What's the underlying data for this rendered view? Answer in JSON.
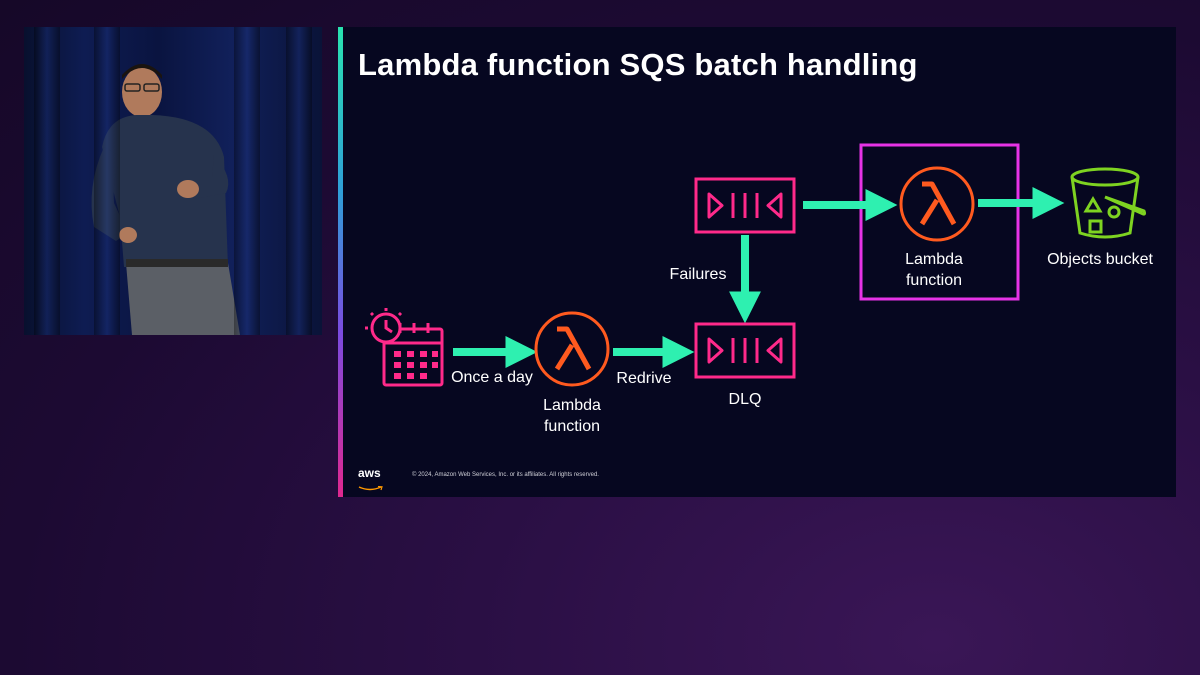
{
  "slide": {
    "title": "Lambda function SQS batch handling",
    "footer": {
      "logo_text": "aws",
      "copyright": "© 2024, Amazon Web Services, Inc. or its affiliates. All rights reserved."
    }
  },
  "diagram": {
    "nodes": {
      "scheduler": {
        "icon": "calendar-clock-icon"
      },
      "lambda_left": {
        "label_line1": "Lambda",
        "label_line2": "function",
        "icon": "lambda-icon"
      },
      "dlq": {
        "label": "DLQ",
        "icon": "sqs-queue-icon"
      },
      "queue_top": {
        "icon": "sqs-queue-icon"
      },
      "lambda_right": {
        "label_line1": "Lambda",
        "label_line2": "function",
        "icon": "lambda-icon"
      },
      "bucket": {
        "label": "Objects bucket",
        "icon": "s3-bucket-icon"
      }
    },
    "edges": {
      "schedule_to_lambda": "Once a day",
      "lambda_to_dlq": "Redrive",
      "queue_to_dlq": "Failures"
    }
  },
  "colors": {
    "arrow": "#2ef0b0",
    "queue": "#ff2a8a",
    "lambda": "#ff5a1f",
    "bucket": "#7ed321",
    "highlight": "#e633e6",
    "background": "#060720"
  }
}
